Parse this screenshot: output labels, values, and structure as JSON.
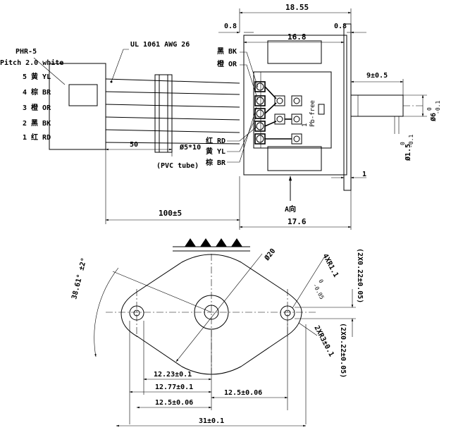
{
  "top_view": {
    "connector": {
      "type": "PHR-5",
      "pitch": "Pitch 2.0 white",
      "pins": [
        "5 黄 YL",
        "4 棕 BR",
        "3 橙 OR",
        "2 黑 BK",
        "1 红 RD"
      ]
    },
    "cable": "UL 1061 AWG 26",
    "tube_note": "(PVC tube)",
    "tube_size": "Ø5*10",
    "wire_labels_top": [
      "黑 BK",
      "橙 OR"
    ],
    "wire_labels_bottom": [
      "红 RD",
      "黄 YL",
      "棕 BR"
    ],
    "board_text": [
      "1",
      "Pb-free"
    ],
    "view_arrow": "A向",
    "dims": {
      "overall_width": "18.55",
      "left_gap": "0.8",
      "right_gap": "0.8",
      "body_width": "16.8",
      "body_depth": "17.6",
      "shaft_length": "9±0.5",
      "shaft_dia_main": "Ø6",
      "shaft_dia_main_upper": "0",
      "shaft_dia_main_lower": "-0.1",
      "shaft_dia_tip": "Ø1.5",
      "shaft_dia_tip_upper": "0",
      "shaft_dia_tip_lower": "-0.1",
      "flange_thk": "1",
      "sleeve_len": "50",
      "lead_len": "100±5"
    }
  },
  "front_view": {
    "angle": "38.61° ±2°",
    "circle_dia": "Ø20",
    "slot_radius": "4XR1.1",
    "slot_radius_upper": "0",
    "slot_radius_lower": "-0.05",
    "corner_radius": "2XR3±0.1",
    "tolerance_top": "(2X0.22±0.05)",
    "tolerance_bottom": "(2X0.22±0.05)",
    "dims": [
      "12.23±0.1",
      "12.77±0.1",
      "12.5±0.06",
      "12.5±0.06",
      "31±0.1"
    ]
  }
}
